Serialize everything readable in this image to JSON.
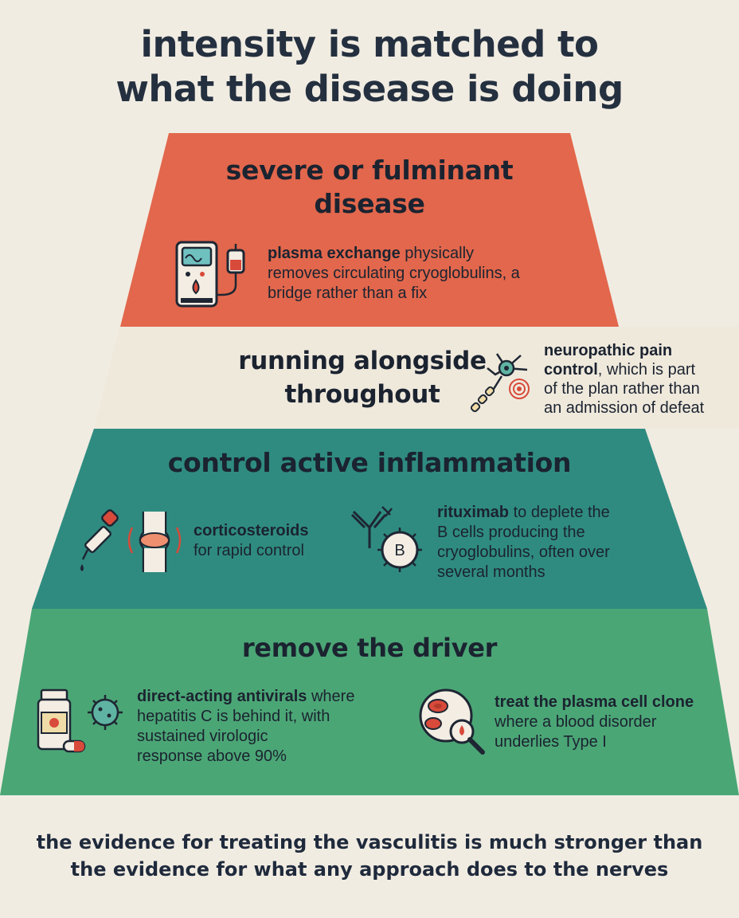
{
  "title": {
    "line1": "intensity is matched to",
    "line2": "what the disease is doing"
  },
  "colors": {
    "severe": "#e2674c",
    "alongside": "#efe9dc",
    "inflammation": "#2f8b80",
    "driver": "#4ba676",
    "footer_bg": "#f1ece2",
    "text": "#1b2330"
  },
  "tiers": {
    "severe": {
      "title_line1": "severe or fulminant",
      "title_line2": "disease",
      "item": {
        "icon": "plasma-exchange-machine-icon",
        "bold": "plasma exchange",
        "rest1": " physically",
        "line2": "removes circulating cryoglobulins, a",
        "line3": "bridge rather than a fix"
      }
    },
    "alongside": {
      "title_line1": "running alongside",
      "title_line2": "throughout",
      "item": {
        "icon": "neuron-pain-icon",
        "bold1": "neuropathic pain",
        "bold2": "control",
        "rest2": ", which is part",
        "line3": "of the plan rather than",
        "line4": "an admission of defeat"
      }
    },
    "inflammation": {
      "title": "control active inflammation",
      "items": [
        {
          "icon": "dropper-joint-icon",
          "bold": "corticosteroids",
          "line2": "for rapid control"
        },
        {
          "icon": "antibody-b-cell-icon",
          "badge": "B",
          "bold": "rituximab",
          "rest1": " to deplete the",
          "line2": "B cells producing the",
          "line3": "cryoglobulins, often over",
          "line4": "several months"
        }
      ]
    },
    "driver": {
      "title": "remove the driver",
      "items": [
        {
          "icon": "antiviral-pills-virus-icon",
          "bold": "direct-acting antivirals",
          "rest1": " where",
          "line2": "hepatitis C is behind it, with",
          "line3": "sustained virologic",
          "line4": "response above 90%"
        },
        {
          "icon": "blood-cells-magnifier-icon",
          "bold": "treat the plasma cell clone",
          "line2": "where a blood disorder",
          "line3": "underlies Type I"
        }
      ]
    }
  },
  "footer": {
    "line1": "the evidence for treating the vasculitis is much stronger than",
    "line2": "the evidence for what any approach does to the nerves"
  }
}
